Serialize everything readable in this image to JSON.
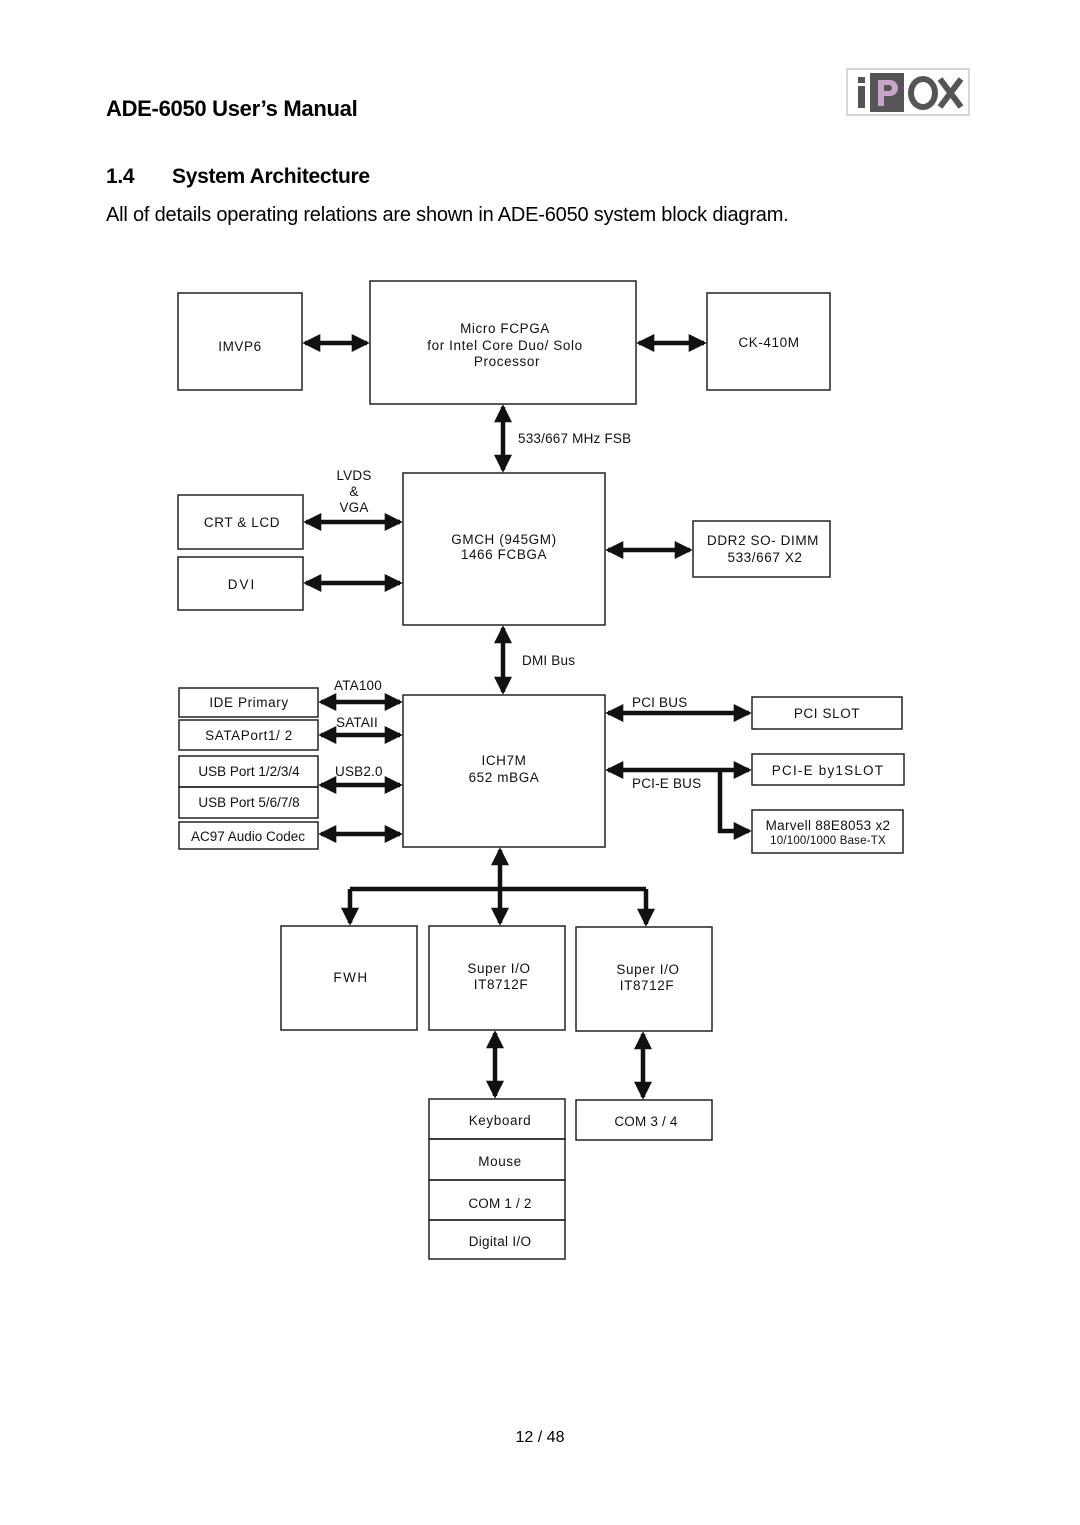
{
  "header": {
    "manual_title": "ADE-6050 User’s Manual",
    "logo_text": "iPOX"
  },
  "section": {
    "number": "1.4",
    "title": "System Architecture",
    "intro": "All of details operating relations are shown in ADE-6050 system block diagram."
  },
  "diagram": {
    "blocks": {
      "imvp6": "IMVP6",
      "cpu": [
        "Micro FCPGA",
        "for Intel Core Duo/ Solo",
        "Processor"
      ],
      "ck410m": "CK-410M",
      "crt_lcd": "CRT & LCD",
      "dvi": "DVI",
      "gmch": [
        "GMCH (945GM)",
        "1466 FCBGA"
      ],
      "ddr2": [
        "DDR2 SO- DIMM",
        "533/667 X2"
      ],
      "ide_primary": "IDE Primary",
      "sata_port": "SATAPort1/ 2",
      "usb_1234": "USB Port 1/2/3/4",
      "usb_5678": "USB Port 5/6/7/8",
      "ac97": "AC97 Audio Codec",
      "ich7m": [
        "ICH7M",
        "652 mBGA"
      ],
      "pci_slot": "PCI SLOT",
      "pcie_slot": "PCI-E by1SLOT",
      "marvell": [
        "Marvell 88E8053 x2",
        "10/100/1000 Base-TX"
      ],
      "fwh": "FWH",
      "super_io_1": [
        "Super I/O",
        "IT8712F"
      ],
      "super_io_2": [
        "Super I/O",
        "IT8712F"
      ],
      "keyboard": "Keyboard",
      "mouse": "Mouse",
      "com12": "COM 1 / 2",
      "digital_io": "Digital  I/O",
      "com34": "COM 3 / 4"
    },
    "labels": {
      "fsb": "533/667 MHz FSB",
      "lvds": "LVDS",
      "amp": "&",
      "vga": "VGA",
      "dmi": "DMI  Bus",
      "ata100": "ATA100",
      "sataii": "SATAII",
      "usb20": "USB2.0",
      "pci_bus": "PCI BUS",
      "pcie_bus": "PCI-E BUS"
    }
  },
  "footer": {
    "page_number": "12 / 48"
  }
}
